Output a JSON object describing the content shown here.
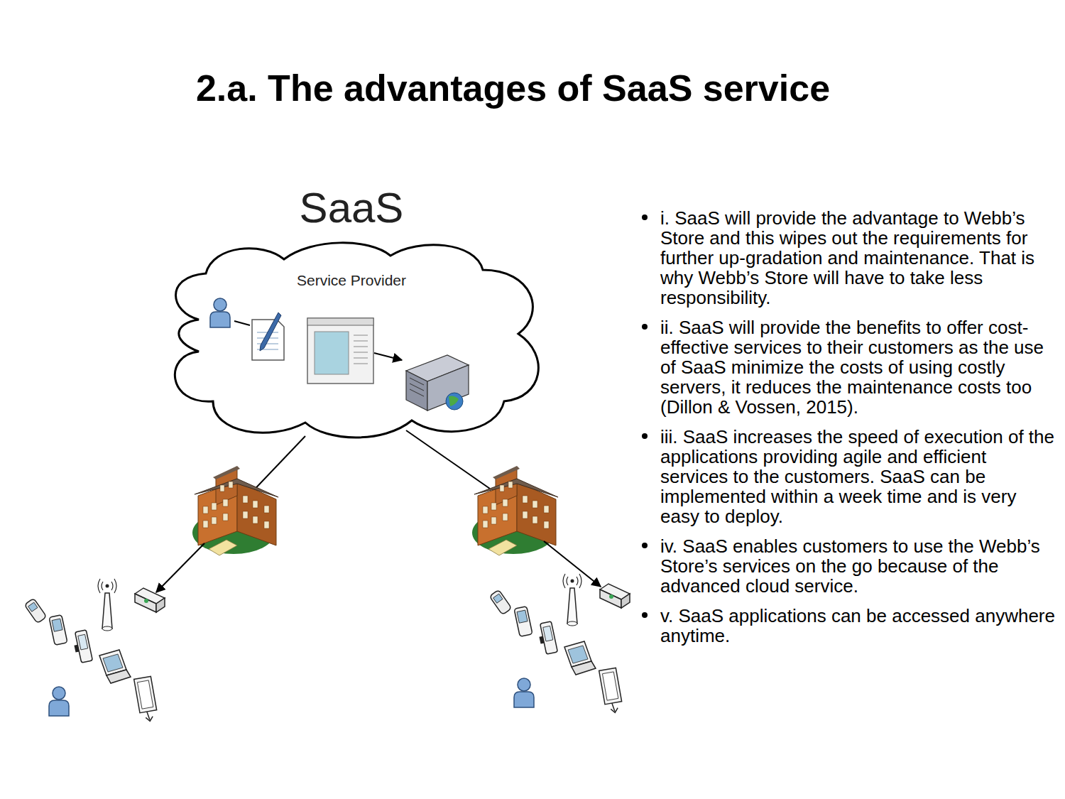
{
  "diagram": {
    "title": "2.a. The advantages of SaaS service",
    "nodes": [
      {
        "text": [
          "SaaS",
          "Service Provider"
        ]
      }
    ],
    "labels": [
      "i. SaaS will provide the advantage to Webb’s Store and this wipes out the requirements for further up-gradation and maintenance. That is why Webb’s Store will have to take less responsibility.",
      "ii. SaaS will provide the benefits to offer cost-effective services to their customers as the use of SaaS minimize the costs of using costly servers, it reduces the maintenance costs too (Dillon & Vossen, 2015).",
      "iii. SaaS increases the speed of execution of the applications providing agile and efficient services to the customers. SaaS can be implemented within a week time and is very easy to deploy.",
      "iv. SaaS enables customers to use the Webb’s Store’s services on the go because of the advanced cloud service.",
      "v. SaaS applications can be accessed anywhere anytime."
    ]
  }
}
